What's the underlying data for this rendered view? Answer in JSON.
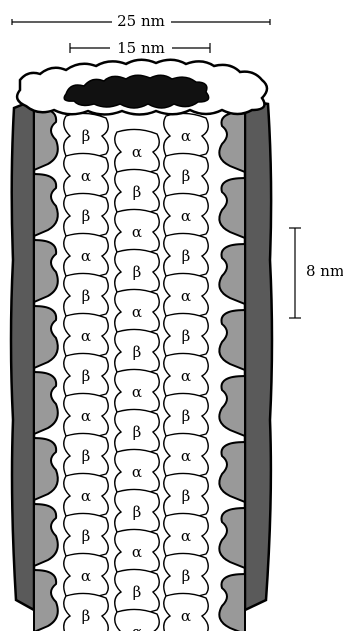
{
  "dimensions": {
    "outer_diameter": "25 nm",
    "inner_diameter": "15 nm",
    "dimer_length": "8 nm"
  },
  "subunit_labels": {
    "alpha": "α",
    "beta": "β"
  },
  "colors": {
    "outline": "#000000",
    "outer_protofilament": "#5a5a5a",
    "inner_protofilament": "#999999",
    "front_subunit": "#ffffff",
    "lumen": "#111111",
    "background": "#ffffff"
  }
}
